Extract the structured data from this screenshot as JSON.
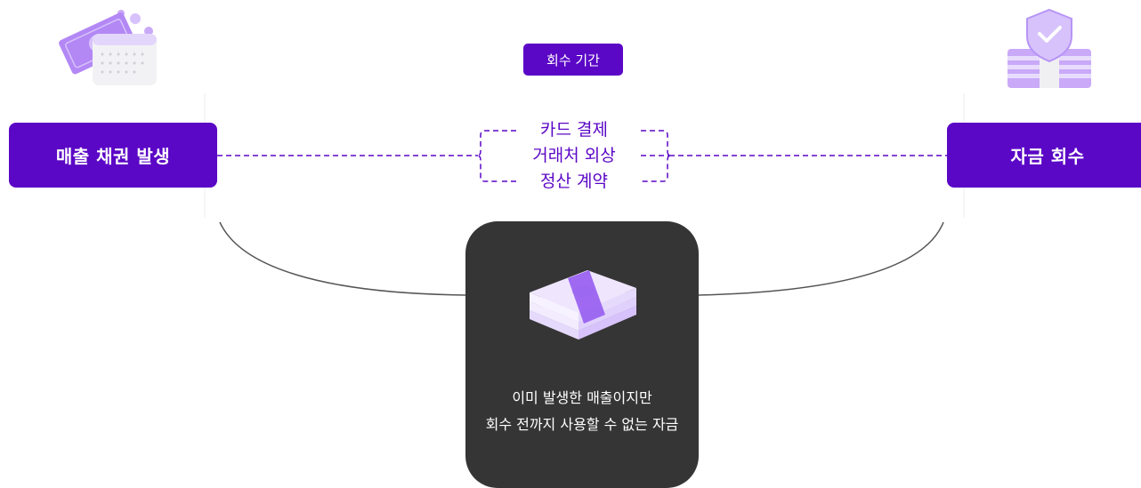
{
  "period_label": "회수 기간",
  "nodes": {
    "left": "매출 채권 발생",
    "right": "자금 회수"
  },
  "methods": [
    "카드 결제",
    "거래처 외상",
    "정산 계약"
  ],
  "card": {
    "line1": "이미 발생한 매출이지만",
    "line2": "회수 전까지 사용할 수 없는 자금"
  },
  "colors": {
    "accent": "#5b07c6",
    "card_bg": "#353535",
    "icon_light": "#d7c2fb",
    "icon_mid": "#a77ef4"
  },
  "icons": {
    "left": "money-calendar-icon",
    "right": "shield-cash-stack-icon",
    "card": "cash-bundle-icon"
  }
}
